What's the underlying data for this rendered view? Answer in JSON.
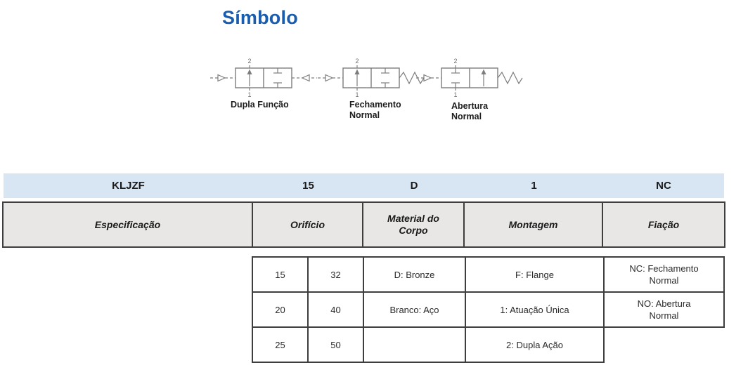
{
  "title": "Símbolo",
  "colors": {
    "title_blue": "#1A5CAD",
    "code_band_bg": "#D8E5F3",
    "header_bg": "#E8E7E5",
    "table_border": "#3E3E3E",
    "symbol_stroke": "#7D7D7D"
  },
  "symbols": {
    "items": [
      {
        "name": "valve-dual-function",
        "label1": "Dupla Função",
        "label2": "",
        "port_top": "2",
        "port_bottom": "1",
        "left_actuator": "pilot",
        "right_actuator": "pilot"
      },
      {
        "name": "valve-normally-closed",
        "label1": "Fechamento",
        "label2": "Normal",
        "port_top": "2",
        "port_bottom": "1",
        "left_actuator": "pilot",
        "right_actuator": "spring"
      },
      {
        "name": "valve-normally-open",
        "label1": "Abertura",
        "label2": "Normal",
        "port_top": "2",
        "port_bottom": "1",
        "left_actuator": "pilot",
        "right_actuator": "spring"
      }
    ]
  },
  "code_row": {
    "cells": [
      "KLJZF",
      "15",
      "D",
      "1",
      "NC"
    ]
  },
  "spec_header": [
    "Especificação",
    "Orifício",
    "Material do Corpo",
    "Montagem",
    "Fiação"
  ],
  "spec_rows": [
    [
      "15",
      "32",
      "D: Bronze",
      "F: Flange",
      "NC: Fechamento Normal"
    ],
    [
      "20",
      "40",
      "Branco: Aço",
      "1: Atuação Única",
      "NO: Abertura Normal"
    ],
    [
      "25",
      "50",
      "",
      "2: Dupla Ação",
      ""
    ]
  ]
}
